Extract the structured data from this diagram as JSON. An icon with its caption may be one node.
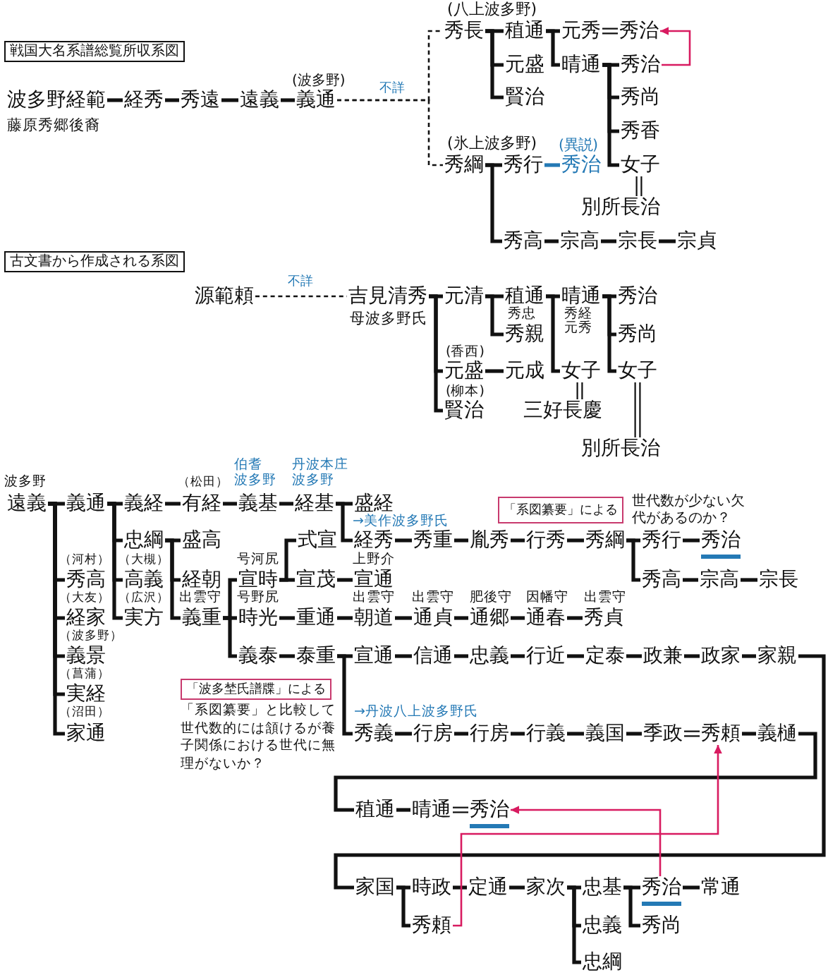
{
  "diagram": {
    "nodes": [
      {
        "text": [
          "戦国大名系譜総覧所収系図"
        ]
      },
      {
        "text": [
          "波多野経範"
        ],
        "beside": [
          "藤原秀郷後裔"
        ]
      },
      {
        "text": [
          "経秀"
        ]
      },
      {
        "text": [
          "秀遠"
        ]
      },
      {
        "text": [
          "遠義"
        ]
      },
      {
        "text": [
          "義通"
        ],
        "beside": [
          "(波多野)"
        ]
      },
      {
        "text": [
          "秀長"
        ],
        "beside": [
          "(八上波多野)"
        ]
      },
      {
        "text": [
          "稙通"
        ]
      },
      {
        "text": [
          "元盛"
        ]
      },
      {
        "text": [
          "賢治"
        ]
      },
      {
        "text": [
          "元秀"
        ]
      },
      {
        "text": [
          "秀治"
        ]
      },
      {
        "text": [
          "晴通"
        ]
      },
      {
        "text": [
          "秀治"
        ]
      },
      {
        "text": [
          "秀尚"
        ]
      },
      {
        "text": [
          "秀香"
        ]
      },
      {
        "text": [
          "女子"
        ]
      },
      {
        "text": [
          "別所長治"
        ]
      },
      {
        "text": [
          "秀綱"
        ],
        "beside": [
          "(氷上波多野)"
        ]
      },
      {
        "text": [
          "秀行"
        ]
      },
      {
        "text": [
          "秀治"
        ],
        "beside": [
          "(異説)"
        ]
      },
      {
        "text": [
          "秀高"
        ]
      },
      {
        "text": [
          "宗高"
        ]
      },
      {
        "text": [
          "宗長"
        ]
      },
      {
        "text": [
          "宗貞"
        ]
      },
      {
        "text": [
          "古文書から作成される系図"
        ]
      },
      {
        "text": [
          "源範頼"
        ]
      },
      {
        "text": [
          "吉見清秀"
        ],
        "beside": [
          "母波多野氏"
        ]
      },
      {
        "text": [
          "元清"
        ]
      },
      {
        "text": [
          "稙通"
        ],
        "beside": [
          "秀忠"
        ]
      },
      {
        "text": [
          "晴通"
        ],
        "beside": [
          "秀経",
          "元秀"
        ]
      },
      {
        "text": [
          "秀治"
        ]
      },
      {
        "text": [
          "秀親"
        ]
      },
      {
        "text": [
          "秀尚"
        ]
      },
      {
        "text": [
          "元盛"
        ],
        "beside": [
          "(香西)"
        ]
      },
      {
        "text": [
          "元成"
        ]
      },
      {
        "text": [
          "女子"
        ]
      },
      {
        "text": [
          "女子"
        ]
      },
      {
        "text": [
          "賢治"
        ],
        "beside": [
          "(柳本)"
        ]
      },
      {
        "text": [
          "三好長慶"
        ]
      },
      {
        "text": [
          "別所長治"
        ]
      },
      {
        "text": [
          "遠義"
        ],
        "beside": [
          "波多野"
        ]
      },
      {
        "text": [
          "義通"
        ]
      },
      {
        "text": [
          "義経"
        ]
      },
      {
        "text": [
          "有経"
        ],
        "beside": [
          "（松田）"
        ]
      },
      {
        "text": [
          "義基"
        ],
        "beside": [
          "伯耆",
          "波多野"
        ]
      },
      {
        "text": [
          "経基"
        ],
        "beside": [
          "丹波本庄",
          "波多野"
        ]
      },
      {
        "text": [
          "盛経"
        ],
        "beside": [
          "→美作波多野氏"
        ]
      },
      {
        "text": [
          "「系図纂要」による"
        ],
        "beside": [
          "世代数が少ない欠代があるのか？"
        ]
      },
      {
        "text": [
          "忠綱"
        ]
      },
      {
        "text": [
          "盛高"
        ]
      },
      {
        "text": [
          "式宣"
        ]
      },
      {
        "text": [
          "経秀"
        ]
      },
      {
        "text": [
          "秀重"
        ]
      },
      {
        "text": [
          "胤秀"
        ]
      },
      {
        "text": [
          "行秀"
        ]
      },
      {
        "text": [
          "秀綱"
        ]
      },
      {
        "text": [
          "秀行"
        ]
      },
      {
        "text": [
          "秀治"
        ]
      },
      {
        "text": [
          "秀高"
        ],
        "beside": [
          "（河村）"
        ]
      },
      {
        "text": [
          "高義"
        ],
        "beside": [
          "（大槻）"
        ]
      },
      {
        "text": [
          "経朝"
        ]
      },
      {
        "text": [
          "宣時"
        ],
        "beside": [
          "号河尻"
        ]
      },
      {
        "text": [
          "宣茂"
        ]
      },
      {
        "text": [
          "宣通"
        ],
        "beside": [
          "上野介"
        ]
      },
      {
        "text": [
          "秀高"
        ]
      },
      {
        "text": [
          "宗高"
        ]
      },
      {
        "text": [
          "宗長"
        ]
      },
      {
        "text": [
          "経家"
        ],
        "beside": [
          "（大友）"
        ]
      },
      {
        "text": [
          "実方"
        ],
        "beside": [
          "（広沢）"
        ]
      },
      {
        "text": [
          "義重"
        ],
        "beside": [
          "出雲守"
        ]
      },
      {
        "text": [
          "時光"
        ],
        "beside": [
          "号野尻"
        ]
      },
      {
        "text": [
          "重通"
        ]
      },
      {
        "text": [
          "朝道"
        ],
        "beside": [
          "出雲守"
        ]
      },
      {
        "text": [
          "通貞"
        ],
        "beside": [
          "出雲守"
        ]
      },
      {
        "text": [
          "通郷"
        ],
        "beside": [
          "肥後守"
        ]
      },
      {
        "text": [
          "通春"
        ],
        "beside": [
          "因幡守"
        ]
      },
      {
        "text": [
          "秀貞"
        ],
        "beside": [
          "出雲守"
        ]
      },
      {
        "text": [
          "義景"
        ],
        "beside": [
          "（波多野）"
        ]
      },
      {
        "text": [
          "義泰"
        ]
      },
      {
        "text": [
          "泰重"
        ]
      },
      {
        "text": [
          "宣通"
        ]
      },
      {
        "text": [
          "信通"
        ]
      },
      {
        "text": [
          "忠義"
        ]
      },
      {
        "text": [
          "行近"
        ]
      },
      {
        "text": [
          "定泰"
        ]
      },
      {
        "text": [
          "政兼"
        ]
      },
      {
        "text": [
          "政家"
        ]
      },
      {
        "text": [
          "家親"
        ]
      },
      {
        "text": [
          "実経"
        ],
        "beside": [
          "（菖蒲）"
        ]
      },
      {
        "text": [
          "「波多埜氏譜牒」による"
        ],
        "beside": [
          "「系図纂要」と比較して世代数的には頷けるが養子関係における世代に無理がないか？"
        ]
      },
      {
        "text": [
          "家通"
        ],
        "beside": [
          "（沼田）"
        ]
      },
      {
        "text": [
          "秀義"
        ],
        "beside": [
          "→丹波八上波多野氏"
        ]
      },
      {
        "text": [
          "行房"
        ]
      },
      {
        "text": [
          "行房"
        ]
      },
      {
        "text": [
          "行義"
        ]
      },
      {
        "text": [
          "義国"
        ]
      },
      {
        "text": [
          "季政"
        ]
      },
      {
        "text": [
          "秀頼"
        ]
      },
      {
        "text": [
          "義樋"
        ]
      },
      {
        "text": [
          "稙通"
        ]
      },
      {
        "text": [
          "晴通"
        ]
      },
      {
        "text": [
          "秀治"
        ]
      },
      {
        "text": [
          "家国"
        ]
      },
      {
        "text": [
          "時政"
        ]
      },
      {
        "text": [
          "定通"
        ]
      },
      {
        "text": [
          "家次"
        ]
      },
      {
        "text": [
          "忠基"
        ]
      },
      {
        "text": [
          "秀治"
        ]
      },
      {
        "text": [
          "常通"
        ]
      },
      {
        "text": [
          "秀頼"
        ]
      },
      {
        "text": [
          "忠義"
        ]
      },
      {
        "text": [
          "秀尚"
        ]
      },
      {
        "text": [
          "忠綱"
        ]
      }
    ],
    "edges": [
      {
        "from": 1,
        "to": 2,
        "arrow": "none"
      },
      {
        "from": 2,
        "to": 3,
        "arrow": "none"
      },
      {
        "from": 3,
        "to": 4,
        "arrow": "none"
      },
      {
        "from": 4,
        "to": 5,
        "arrow": "none"
      },
      {
        "from": 5,
        "to": 6,
        "arrow": "none",
        "style": "dashed",
        "label": "不詳"
      },
      {
        "from": 5,
        "to": 18,
        "arrow": "none",
        "style": "dashed"
      },
      {
        "from": 6,
        "to": 7,
        "arrow": "none"
      },
      {
        "from": 6,
        "to": 8,
        "arrow": "none"
      },
      {
        "from": 6,
        "to": 9,
        "arrow": "none"
      },
      {
        "from": 7,
        "to": 10,
        "arrow": "none"
      },
      {
        "from": 7,
        "to": 12,
        "arrow": "none"
      },
      {
        "from": 10,
        "to": 11,
        "arrow": "none"
      },
      {
        "from": 12,
        "to": 13,
        "arrow": "none"
      },
      {
        "from": 12,
        "to": 14,
        "arrow": "none"
      },
      {
        "from": 12,
        "to": 15,
        "arrow": "none"
      },
      {
        "from": 12,
        "to": 16,
        "arrow": "none"
      },
      {
        "from": 16,
        "to": 17,
        "arrow": "none"
      },
      {
        "from": 13,
        "to": 11,
        "arrow": "to",
        "color": "#d81b60"
      },
      {
        "from": 18,
        "to": 19,
        "arrow": "none"
      },
      {
        "from": 18,
        "to": 21,
        "arrow": "none"
      },
      {
        "from": 19,
        "to": 20,
        "arrow": "none",
        "color": "#2479b5"
      },
      {
        "from": 21,
        "to": 22,
        "arrow": "none"
      },
      {
        "from": 22,
        "to": 23,
        "arrow": "none"
      },
      {
        "from": 23,
        "to": 24,
        "arrow": "none"
      },
      {
        "from": 26,
        "to": 27,
        "arrow": "none",
        "style": "dashed",
        "label": "不詳"
      },
      {
        "from": 27,
        "to": 28,
        "arrow": "none"
      },
      {
        "from": 27,
        "to": 34,
        "arrow": "none"
      },
      {
        "from": 27,
        "to": 38,
        "arrow": "none"
      },
      {
        "from": 28,
        "to": 29,
        "arrow": "none"
      },
      {
        "from": 28,
        "to": 32,
        "arrow": "none"
      },
      {
        "from": 29,
        "to": 30,
        "arrow": "none"
      },
      {
        "from": 29,
        "to": 36,
        "arrow": "none"
      },
      {
        "from": 30,
        "to": 31,
        "arrow": "none"
      },
      {
        "from": 30,
        "to": 33,
        "arrow": "none"
      },
      {
        "from": 30,
        "to": 37,
        "arrow": "none"
      },
      {
        "from": 34,
        "to": 35,
        "arrow": "none"
      },
      {
        "from": 36,
        "to": 39,
        "arrow": "none"
      },
      {
        "from": 37,
        "to": 40,
        "arrow": "none"
      },
      {
        "from": 41,
        "to": 42,
        "arrow": "none"
      },
      {
        "from": 41,
        "to": 59,
        "arrow": "none"
      },
      {
        "from": 41,
        "to": 68,
        "arrow": "none"
      },
      {
        "from": 41,
        "to": 78,
        "arrow": "none"
      },
      {
        "from": 41,
        "to": 89,
        "arrow": "none"
      },
      {
        "from": 41,
        "to": 91,
        "arrow": "none"
      },
      {
        "from": 42,
        "to": 43,
        "arrow": "none"
      },
      {
        "from": 42,
        "to": 49,
        "arrow": "none"
      },
      {
        "from": 42,
        "to": 60,
        "arrow": "none"
      },
      {
        "from": 42,
        "to": 69,
        "arrow": "none"
      },
      {
        "from": 43,
        "to": 44,
        "arrow": "none"
      },
      {
        "from": 44,
        "to": 45,
        "arrow": "none"
      },
      {
        "from": 45,
        "to": 46,
        "arrow": "none"
      },
      {
        "from": 46,
        "to": 47,
        "arrow": "none"
      },
      {
        "from": 46,
        "to": 52,
        "arrow": "none"
      },
      {
        "from": 52,
        "to": 53,
        "arrow": "none"
      },
      {
        "from": 53,
        "to": 54,
        "arrow": "none"
      },
      {
        "from": 54,
        "to": 55,
        "arrow": "none"
      },
      {
        "from": 55,
        "to": 56,
        "arrow": "none"
      },
      {
        "from": 56,
        "to": 57,
        "arrow": "none"
      },
      {
        "from": 56,
        "to": 65,
        "arrow": "none"
      },
      {
        "from": 57,
        "to": 58,
        "arrow": "none"
      },
      {
        "from": 65,
        "to": 66,
        "arrow": "none"
      },
      {
        "from": 66,
        "to": 67,
        "arrow": "none"
      },
      {
        "from": 49,
        "to": 50,
        "arrow": "none"
      },
      {
        "from": 49,
        "to": 61,
        "arrow": "none"
      },
      {
        "from": 49,
        "to": 70,
        "arrow": "none"
      },
      {
        "from": 70,
        "to": 62,
        "arrow": "none"
      },
      {
        "from": 70,
        "to": 71,
        "arrow": "none"
      },
      {
        "from": 70,
        "to": 79,
        "arrow": "none"
      },
      {
        "from": 62,
        "to": 51,
        "arrow": "none"
      },
      {
        "from": 62,
        "to": 63,
        "arrow": "none"
      },
      {
        "from": 63,
        "to": 64,
        "arrow": "none"
      },
      {
        "from": 71,
        "to": 72,
        "arrow": "none"
      },
      {
        "from": 72,
        "to": 73,
        "arrow": "none"
      },
      {
        "from": 73,
        "to": 74,
        "arrow": "none"
      },
      {
        "from": 74,
        "to": 75,
        "arrow": "none"
      },
      {
        "from": 75,
        "to": 76,
        "arrow": "none"
      },
      {
        "from": 76,
        "to": 77,
        "arrow": "none"
      },
      {
        "from": 79,
        "to": 80,
        "arrow": "none"
      },
      {
        "from": 80,
        "to": 81,
        "arrow": "none"
      },
      {
        "from": 80,
        "to": 92,
        "arrow": "none"
      },
      {
        "from": 81,
        "to": 82,
        "arrow": "none"
      },
      {
        "from": 82,
        "to": 83,
        "arrow": "none"
      },
      {
        "from": 83,
        "to": 84,
        "arrow": "none"
      },
      {
        "from": 84,
        "to": 85,
        "arrow": "none"
      },
      {
        "from": 85,
        "to": 86,
        "arrow": "none"
      },
      {
        "from": 86,
        "to": 87,
        "arrow": "none"
      },
      {
        "from": 87,
        "to": 88,
        "arrow": "none"
      },
      {
        "from": 88,
        "to": 103,
        "arrow": "none"
      },
      {
        "from": 92,
        "to": 93,
        "arrow": "none"
      },
      {
        "from": 93,
        "to": 94,
        "arrow": "none"
      },
      {
        "from": 94,
        "to": 95,
        "arrow": "none"
      },
      {
        "from": 95,
        "to": 96,
        "arrow": "none"
      },
      {
        "from": 96,
        "to": 97,
        "arrow": "none"
      },
      {
        "from": 97,
        "to": 98,
        "arrow": "none"
      },
      {
        "from": 98,
        "to": 99,
        "arrow": "none"
      },
      {
        "from": 99,
        "to": 100,
        "arrow": "none"
      },
      {
        "from": 100,
        "to": 101,
        "arrow": "none"
      },
      {
        "from": 101,
        "to": 102,
        "arrow": "none"
      },
      {
        "from": 103,
        "to": 104,
        "arrow": "none"
      },
      {
        "from": 103,
        "to": 110,
        "arrow": "none"
      },
      {
        "from": 104,
        "to": 105,
        "arrow": "none"
      },
      {
        "from": 105,
        "to": 106,
        "arrow": "none"
      },
      {
        "from": 106,
        "to": 107,
        "arrow": "none"
      },
      {
        "from": 106,
        "to": 111,
        "arrow": "none"
      },
      {
        "from": 106,
        "to": 113,
        "arrow": "none"
      },
      {
        "from": 107,
        "to": 108,
        "arrow": "none"
      },
      {
        "from": 107,
        "to": 112,
        "arrow": "none"
      },
      {
        "from": 108,
        "to": 109,
        "arrow": "none"
      },
      {
        "from": 108,
        "to": 102,
        "arrow": "to",
        "color": "#d81b60"
      },
      {
        "from": 110,
        "to": 98,
        "arrow": "to",
        "color": "#d81b60"
      }
    ]
  }
}
